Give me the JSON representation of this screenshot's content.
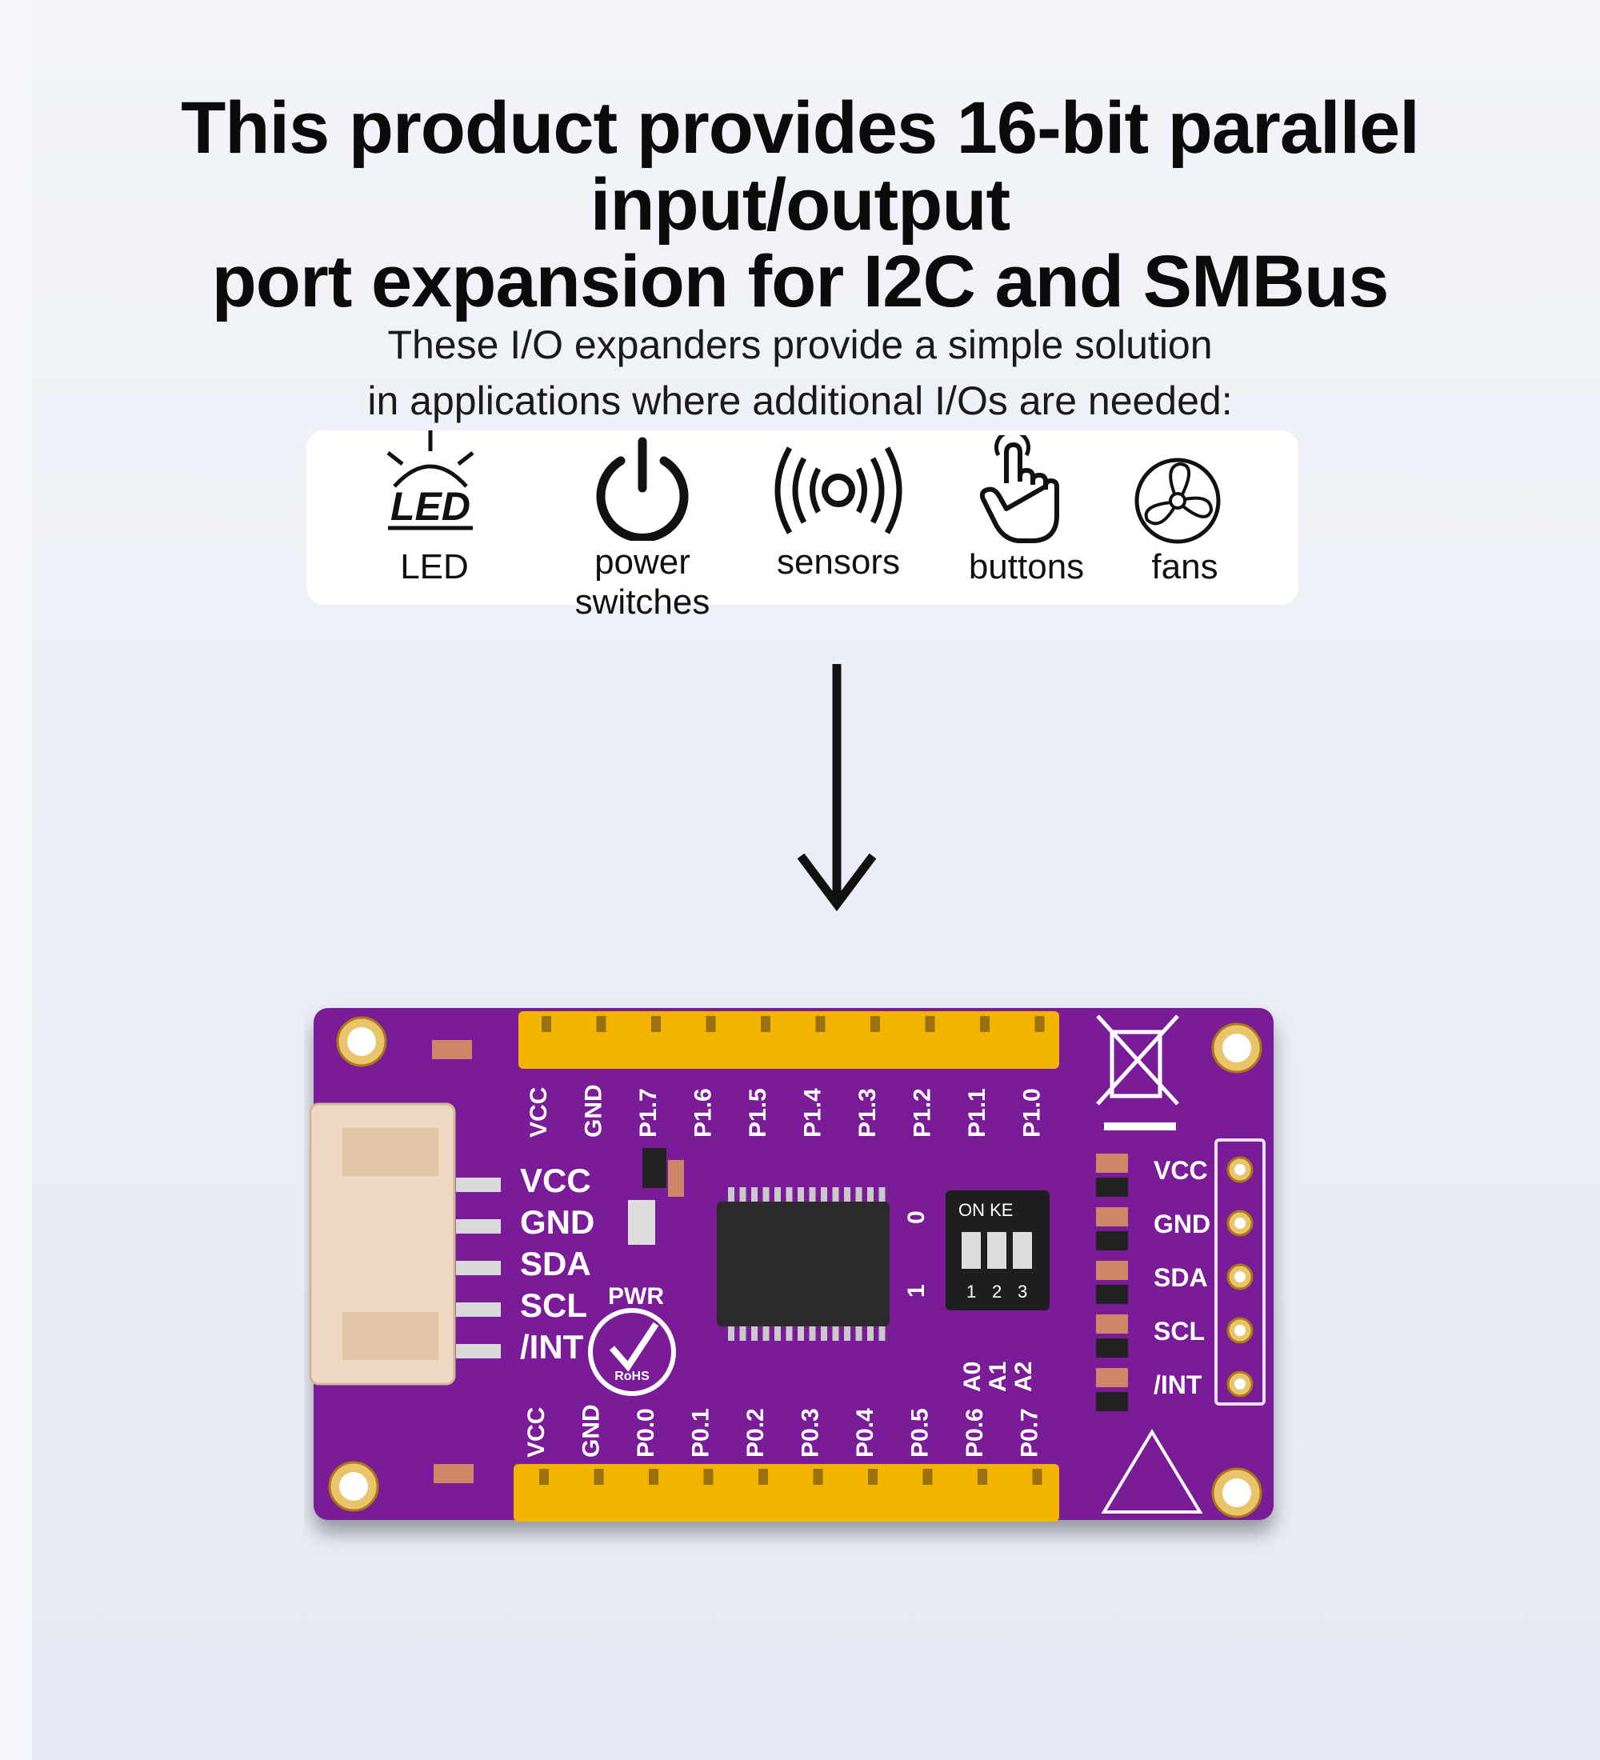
{
  "headline": {
    "line1": "This product provides 16-bit parallel input/output",
    "line2": "port expansion for I2C and SMBus"
  },
  "subtext": {
    "line1": "These I/O expanders provide a simple solution",
    "line2": "in applications where additional I/Os are needed:"
  },
  "applications": [
    {
      "icon": "led-icon",
      "label": "LED",
      "icon_text": "LED"
    },
    {
      "icon": "power-icon",
      "label": "power switches"
    },
    {
      "icon": "sensor-icon",
      "label": "sensors"
    },
    {
      "icon": "button-press-icon",
      "label": "buttons"
    },
    {
      "icon": "fan-icon",
      "label": "fans"
    }
  ],
  "board": {
    "top_pins": [
      "VCC",
      "GND",
      "P1.7",
      "P1.6",
      "P1.5",
      "P1.4",
      "P1.3",
      "P1.2",
      "P1.1",
      "P1.0"
    ],
    "bottom_pins": [
      "VCC",
      "GND",
      "P0.0",
      "P0.1",
      "P0.2",
      "P0.3",
      "P0.4",
      "P0.5",
      "P0.6",
      "P0.7"
    ],
    "left_connector": [
      "VCC",
      "GND",
      "SDA",
      "SCL",
      "/INT"
    ],
    "right_header": [
      "VCC",
      "GND",
      "SDA",
      "SCL",
      "/INT"
    ],
    "pwr_label": "PWR",
    "rohs_label": "RoHS",
    "switch_label": "ON KE",
    "switch_numbers": [
      "1",
      "2",
      "3"
    ],
    "address_labels": [
      "A0",
      "A1",
      "A2"
    ],
    "switch_side": [
      "0",
      "1"
    ],
    "colors": {
      "pcb": "#7a1f98",
      "header": "#f3b400",
      "connector": "#efd9c2"
    }
  }
}
